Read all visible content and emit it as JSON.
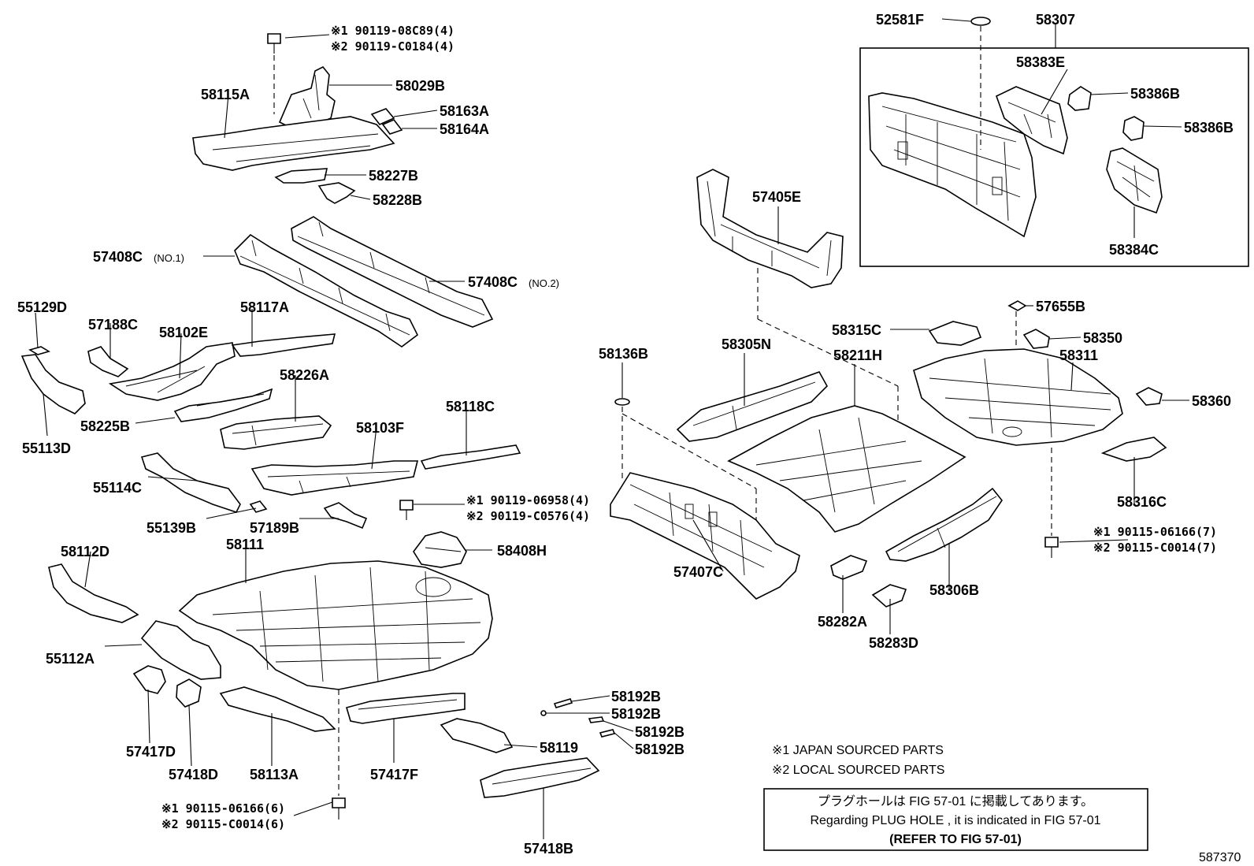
{
  "figure_id": "587370",
  "part_labels": {
    "p52581F": "52581F",
    "p58307": "58307",
    "p58383E": "58383E",
    "p58386B_1": "58386B",
    "p58386B_2": "58386B",
    "p58384C": "58384C",
    "p57405E": "57405E",
    "p58029B": "58029B",
    "p58115A": "58115A",
    "p58163A": "58163A",
    "p58164A": "58164A",
    "p58227B": "58227B",
    "p58228B": "58228B",
    "p57408C_1": "57408C",
    "p57408C_1_sub": "(NO.1)",
    "p57408C_2": "57408C",
    "p57408C_2_sub": "(NO.2)",
    "p55129D": "55129D",
    "p57188C": "57188C",
    "p58102E": "58102E",
    "p58117A": "58117A",
    "p55113D": "55113D",
    "p58225B": "58225B",
    "p58226A": "58226A",
    "p58103F": "58103F",
    "p58118C": "58118C",
    "p55114C": "55114C",
    "p55139B": "55139B",
    "p57189B": "57189B",
    "p58408H": "58408H",
    "p58112D": "58112D",
    "p58111": "58111",
    "p55112A": "55112A",
    "p57417D": "57417D",
    "p57418D": "57418D",
    "p58113A": "58113A",
    "p57417F": "57417F",
    "p58119": "58119",
    "p57418B": "57418B",
    "p58192B_1": "58192B",
    "p58192B_2": "58192B",
    "p58192B_3": "58192B",
    "p58192B_4": "58192B",
    "p58136B": "58136B",
    "p58305N": "58305N",
    "p58211H": "58211H",
    "p58315C": "58315C",
    "p57655B": "57655B",
    "p58350": "58350",
    "p58311": "58311",
    "p58360": "58360",
    "p58316C": "58316C",
    "p57407C": "57407C",
    "p58282A": "58282A",
    "p58283D": "58283D",
    "p58306B": "58306B"
  },
  "fasteners": {
    "top_bolt_1": "※1 90119-08C89(4)",
    "top_bolt_2": "※2 90119-C0184(4)",
    "mid_bolt_1": "※1 90119-06958(4)",
    "mid_bolt_2": "※2 90119-C0576(4)",
    "bottom_bolt_1": "※1 90115-06166(6)",
    "bottom_bolt_2": "※2 90115-C0014(6)",
    "right_bolt_1": "※1 90115-06166(7)",
    "right_bolt_2": "※2 90115-C0014(7)"
  },
  "legend": {
    "note_1": "※1  JAPAN SOURCED PARTS",
    "note_2": "※2  LOCAL SOURCED PARTS"
  },
  "notice_box": {
    "line_1": "プラグホールは FIG 57-01 に掲載してあります。",
    "line_2": "Regarding  PLUG  HOLE , it is indicated in FIG  57-01",
    "line_3": "(REFER TO FIG 57-01)"
  }
}
